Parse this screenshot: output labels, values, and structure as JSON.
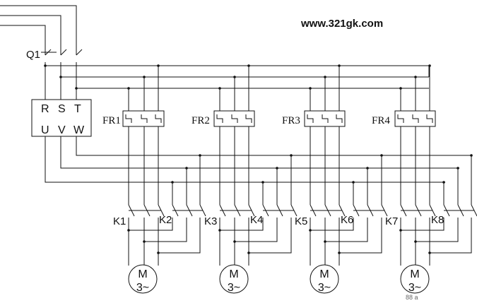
{
  "website": "www.321gk.com",
  "breaker": "Q1",
  "inverter": {
    "inputs": [
      "R",
      "S",
      "T"
    ],
    "outputs": [
      "U",
      "V",
      "W"
    ]
  },
  "overloads": [
    "FR1",
    "FR2",
    "FR3",
    "FR4"
  ],
  "contactors": [
    "K1",
    "K2",
    "K3",
    "K4",
    "K5",
    "K6",
    "K7",
    "K8"
  ],
  "motor": {
    "symbol": "M",
    "phase": "3~"
  },
  "watermark": "88 a"
}
